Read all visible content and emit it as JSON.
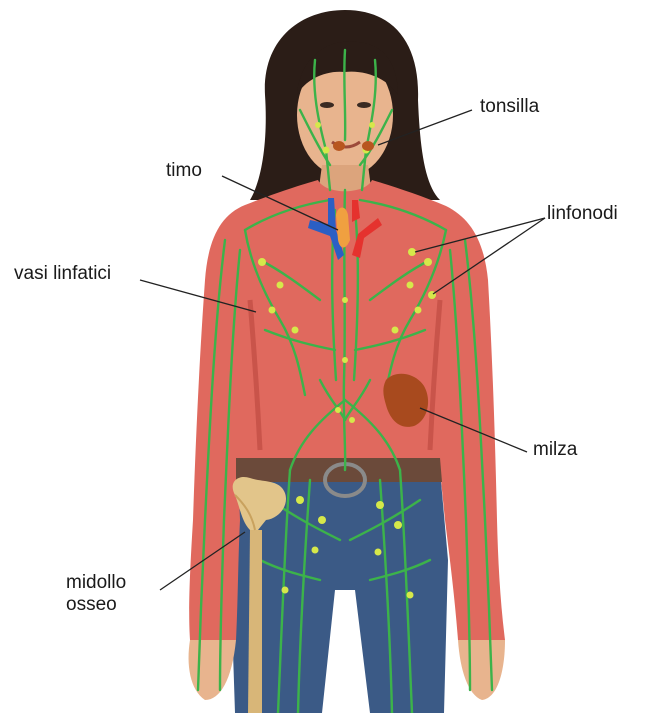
{
  "figure": {
    "labels": {
      "tonsilla": "tonsilla",
      "timo": "timo",
      "linfonodi": "linfonodi",
      "vasi_linfatici": "vasi linfatici",
      "milza": "milza",
      "midollo_line1": "midollo",
      "midollo_line2": "osseo"
    },
    "colors": {
      "shirt": "#e0695e",
      "shirt_shadow": "#c9544a",
      "jeans": "#3b5a86",
      "skin": "#e8b48e",
      "hair": "#2b1d17",
      "lymph": "#3cb34a",
      "node": "#d6e84a",
      "spleen": "#a84a1e",
      "tonsil": "#b8561f",
      "vein": "#2b5fc4",
      "artery": "#e5322e",
      "thymus": "#f0a040",
      "bone": "#e2c58a",
      "belt": "#6b4a3a",
      "leader": "#222222"
    }
  }
}
